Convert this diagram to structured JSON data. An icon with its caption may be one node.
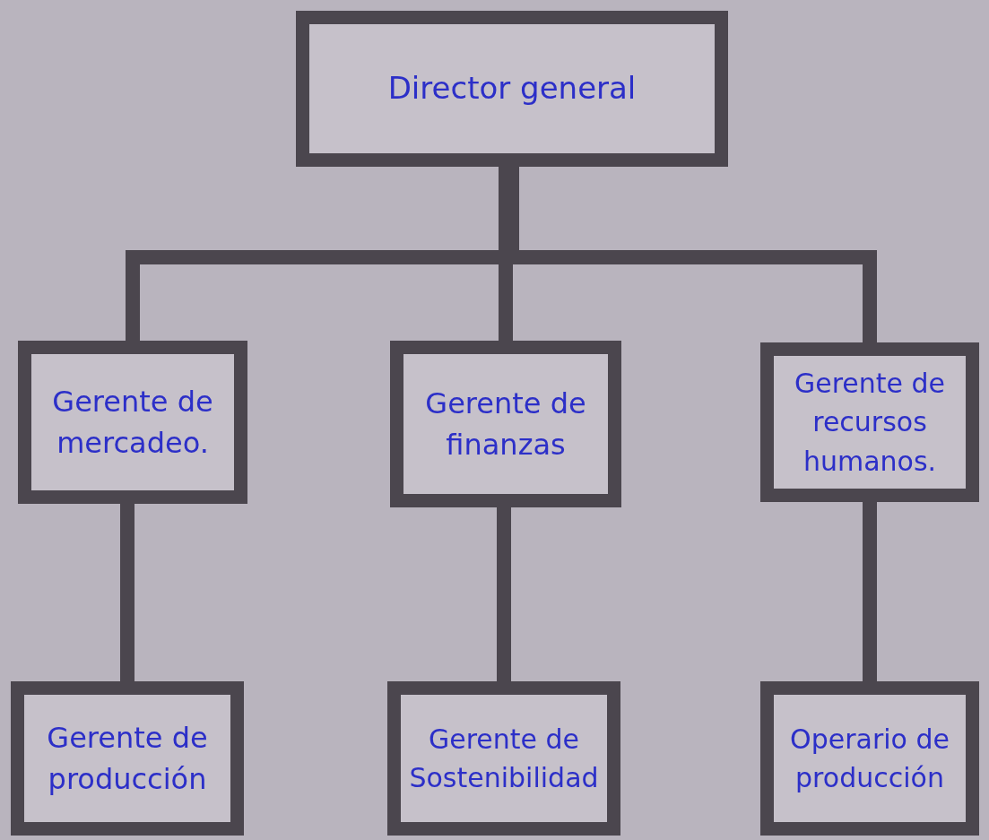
{
  "diagram": {
    "nodes": [
      {
        "text": [
          "Director general"
        ]
      },
      {
        "text": [
          "Gerente de mercadeo."
        ]
      },
      {
        "text": [
          "Gerente de finanzas"
        ]
      },
      {
        "text": [
          "Gerente de recursos humanos."
        ]
      },
      {
        "text": [
          "Gerente de producción"
        ]
      },
      {
        "text": [
          "Gerente de Sostenibilidad"
        ]
      },
      {
        "text": [
          "Operario de producción"
        ]
      }
    ],
    "edges": [
      {
        "from": 0,
        "to": 1,
        "arrow": "none"
      },
      {
        "from": 0,
        "to": 2,
        "arrow": "none"
      },
      {
        "from": 0,
        "to": 3,
        "arrow": "none"
      },
      {
        "from": 1,
        "to": 4,
        "arrow": "none"
      },
      {
        "from": 2,
        "to": 5,
        "arrow": "none"
      },
      {
        "from": 3,
        "to": 6,
        "arrow": "none"
      }
    ]
  }
}
